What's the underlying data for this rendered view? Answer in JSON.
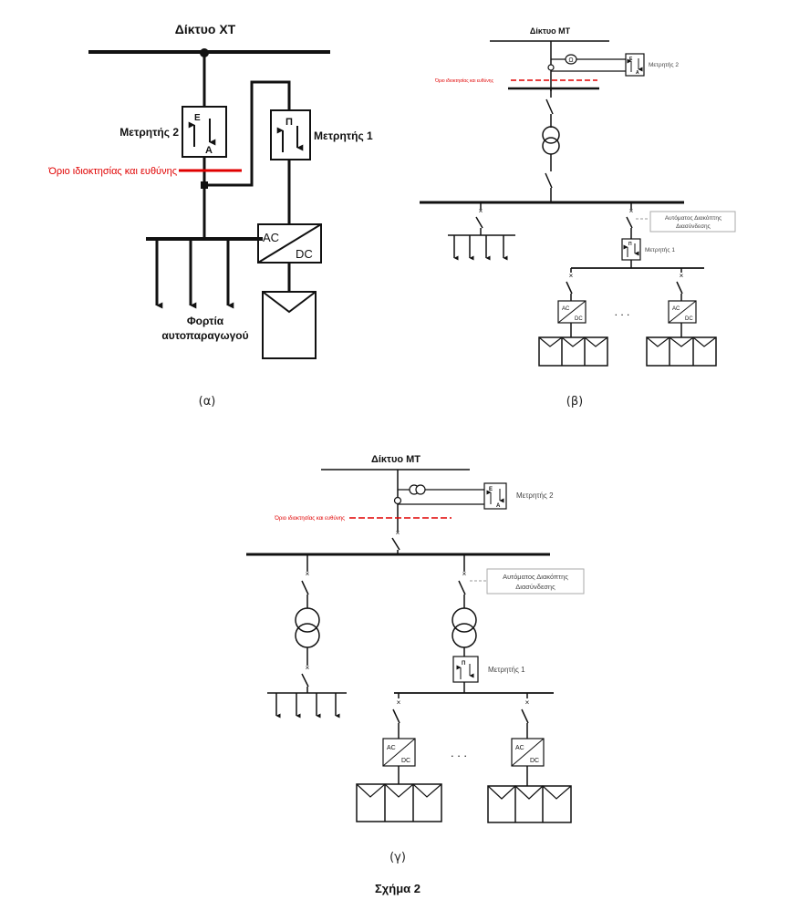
{
  "colors": {
    "line": "#111111",
    "boundary": "#e00000",
    "callout_border": "#aaaaaa"
  },
  "diagram_a": {
    "grid_label": "Δίκτυο ΧΤ",
    "meter2_label": "Μετρητής 2",
    "meter2_top": "Ε",
    "meter2_bottom": "Α",
    "meter1_label": "Μετρητής 1",
    "meter1_top": "Π",
    "boundary_label": "Όριο ιδιοκτησίας και ευθύνης",
    "inverter_ac": "AC",
    "inverter_dc": "DC",
    "loads_label_1": "Φορτία",
    "loads_label_2": "αυτοπαραγωγού",
    "caption": "(α)"
  },
  "diagram_b": {
    "grid_label": "Δίκτυο ΜΤ",
    "meter2_label": "Μετρητής 2",
    "meter2_top": "Ε",
    "meter2_bottom": "Α",
    "ct_symbol": "Ω",
    "boundary_label": "Όριο ιδιοκτησίας και ευθύνης",
    "breaker_label_1": "Αυτόματος Διακόπτης",
    "breaker_label_2": "Διασύνδεσης",
    "meter1_label": "Μετρητής 1",
    "meter1_top": "Π",
    "inverter_ac": "AC",
    "inverter_dc": "DC",
    "ellipsis": ". . .",
    "caption": "(β)"
  },
  "diagram_c": {
    "grid_label": "Δίκτυο ΜΤ",
    "meter2_label": "Μετρητής 2",
    "meter2_top": "Ε",
    "meter2_bottom": "Α",
    "boundary_label": "Όριο ιδιοκτησίας και ευθύνης",
    "breaker_label_1": "Αυτόματος Διακόπτης",
    "breaker_label_2": "Διασύνδεσης",
    "meter1_label": "Μετρητής 1",
    "meter1_top": "Π",
    "inverter_ac": "AC",
    "inverter_dc": "DC",
    "ellipsis": ". . .",
    "caption": "(γ)"
  },
  "figure_title": "Σχήμα 2"
}
